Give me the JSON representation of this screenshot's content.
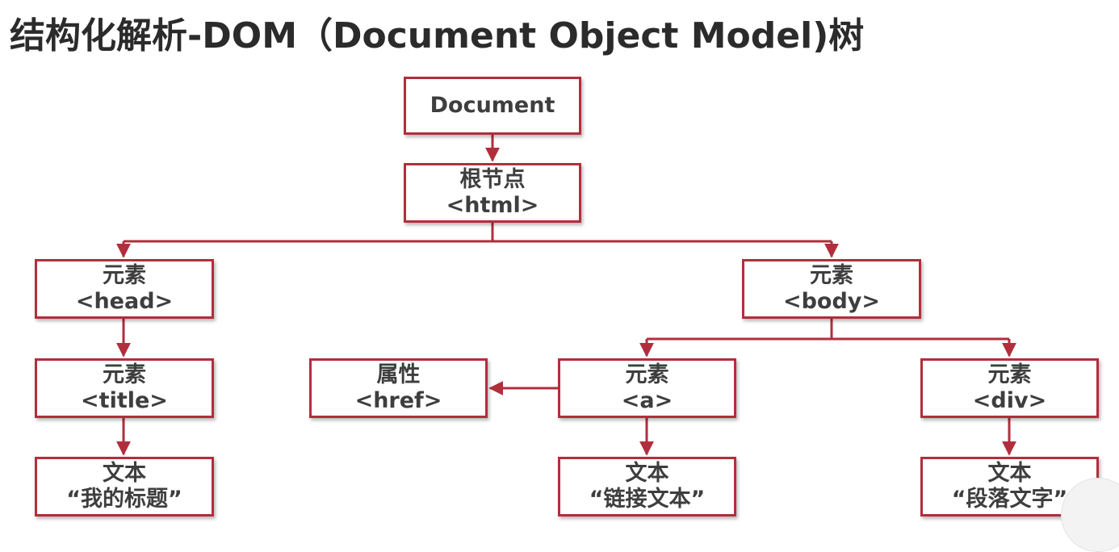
{
  "page": {
    "title": "结构化解析-DOM（Document Object Model)树"
  },
  "colors": {
    "box_border": "#b22e3c",
    "connector": "#b22e3c",
    "text": "#3e3e3e"
  },
  "nodes": {
    "document": {
      "line1": "Document"
    },
    "html": {
      "line1": "根节点",
      "line2": "<html>"
    },
    "head": {
      "line1": "元素",
      "line2": "<head>"
    },
    "body": {
      "line1": "元素",
      "line2": "<body>"
    },
    "title": {
      "line1": "元素",
      "line2": "<title>"
    },
    "href": {
      "line1": "属性",
      "line2": "<href>"
    },
    "a": {
      "line1": "元素",
      "line2": "<a>"
    },
    "div": {
      "line1": "元素",
      "line2": "<div>"
    },
    "title_text": {
      "line1": "文本",
      "line2": "“我的标题”"
    },
    "a_text": {
      "line1": "文本",
      "line2": "“链接文本”"
    },
    "div_text": {
      "line1": "文本",
      "line2": "“段落文字”"
    }
  }
}
